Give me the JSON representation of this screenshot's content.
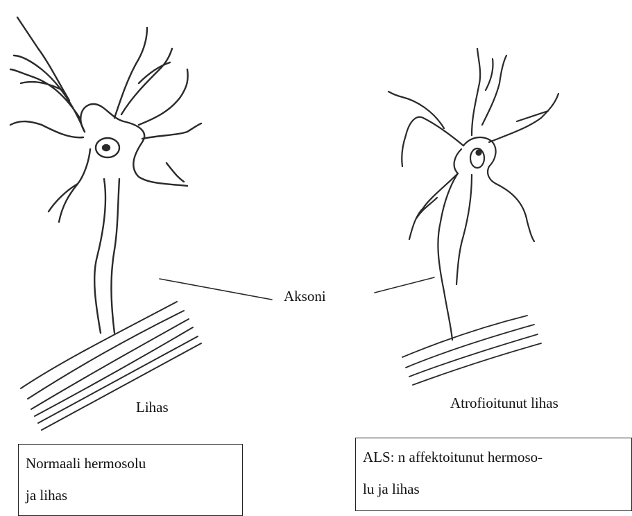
{
  "labels": {
    "axon": "Aksoni",
    "muscle": "Lihas",
    "atrophied_muscle": "Atrofioitunut lihas"
  },
  "boxes": {
    "normal": {
      "line1": "Normaali hermosolu",
      "line2": "ja lihas"
    },
    "als": {
      "line1": "ALS: n affektoitunut hermoso-",
      "line2": "lu ja lihas"
    }
  },
  "colors": {
    "ink": "#2a2a2a",
    "background": "#ffffff"
  }
}
